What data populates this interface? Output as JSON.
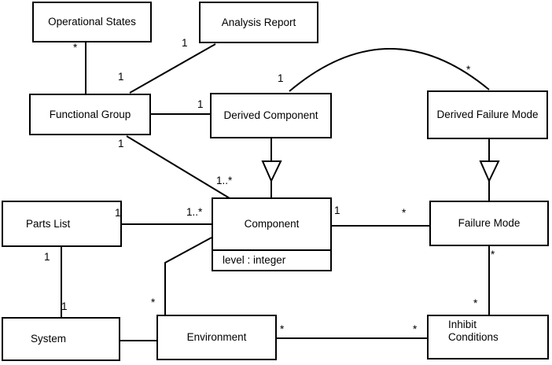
{
  "canvas": {
    "background_color": "#ffffff",
    "line_color": "#000000"
  },
  "classes": [
    {
      "name": "Operational States"
    },
    {
      "name": "Analysis Report"
    },
    {
      "name": "Functional Group"
    },
    {
      "name": "Derived Component"
    },
    {
      "name": "Derived Failure Mode"
    },
    {
      "name": "Parts List"
    },
    {
      "name": "Component",
      "attributes": [
        "level : integer"
      ]
    },
    {
      "name": "Failure Mode"
    },
    {
      "name": "System"
    },
    {
      "name": "Environment"
    },
    {
      "name": "Inhibit Conditions"
    }
  ],
  "relationships": [
    {
      "from": "Operational States",
      "to": "Functional Group",
      "type": "association",
      "from_multiplicity": "*",
      "to_multiplicity": ""
    },
    {
      "from": "Functional Group",
      "to": "Analysis Report",
      "type": "association",
      "from_multiplicity": "1",
      "to_multiplicity": "1"
    },
    {
      "from": "Functional Group",
      "to": "Derived Component",
      "type": "association",
      "from_multiplicity": "",
      "to_multiplicity": "1"
    },
    {
      "from": "Derived Component",
      "to": "Derived Failure Mode",
      "type": "association",
      "from_multiplicity": "1",
      "to_multiplicity": "*"
    },
    {
      "from": "Functional Group",
      "to": "Component",
      "type": "association",
      "from_multiplicity": "1",
      "to_multiplicity": "1..*"
    },
    {
      "from": "Derived Component",
      "to": "Component",
      "type": "generalization"
    },
    {
      "from": "Derived Failure Mode",
      "to": "Failure Mode",
      "type": "generalization"
    },
    {
      "from": "Parts List",
      "to": "Component",
      "type": "association",
      "from_multiplicity": "1",
      "to_multiplicity": "1..*"
    },
    {
      "from": "Component",
      "to": "Failure Mode",
      "type": "association",
      "from_multiplicity": "1",
      "to_multiplicity": "*"
    },
    {
      "from": "Parts List",
      "to": "System",
      "type": "association",
      "from_multiplicity": "1",
      "to_multiplicity": "1"
    },
    {
      "from": "System",
      "to": "Environment",
      "type": "association",
      "from_multiplicity": "",
      "to_multiplicity": ""
    },
    {
      "from": "Environment",
      "to": "Component",
      "type": "association",
      "from_multiplicity": "*",
      "to_multiplicity": ""
    },
    {
      "from": "Environment",
      "to": "Inhibit Conditions",
      "type": "association",
      "from_multiplicity": "*",
      "to_multiplicity": "*"
    },
    {
      "from": "Failure Mode",
      "to": "Inhibit Conditions",
      "type": "association",
      "from_multiplicity": "*",
      "to_multiplicity": "*"
    }
  ]
}
